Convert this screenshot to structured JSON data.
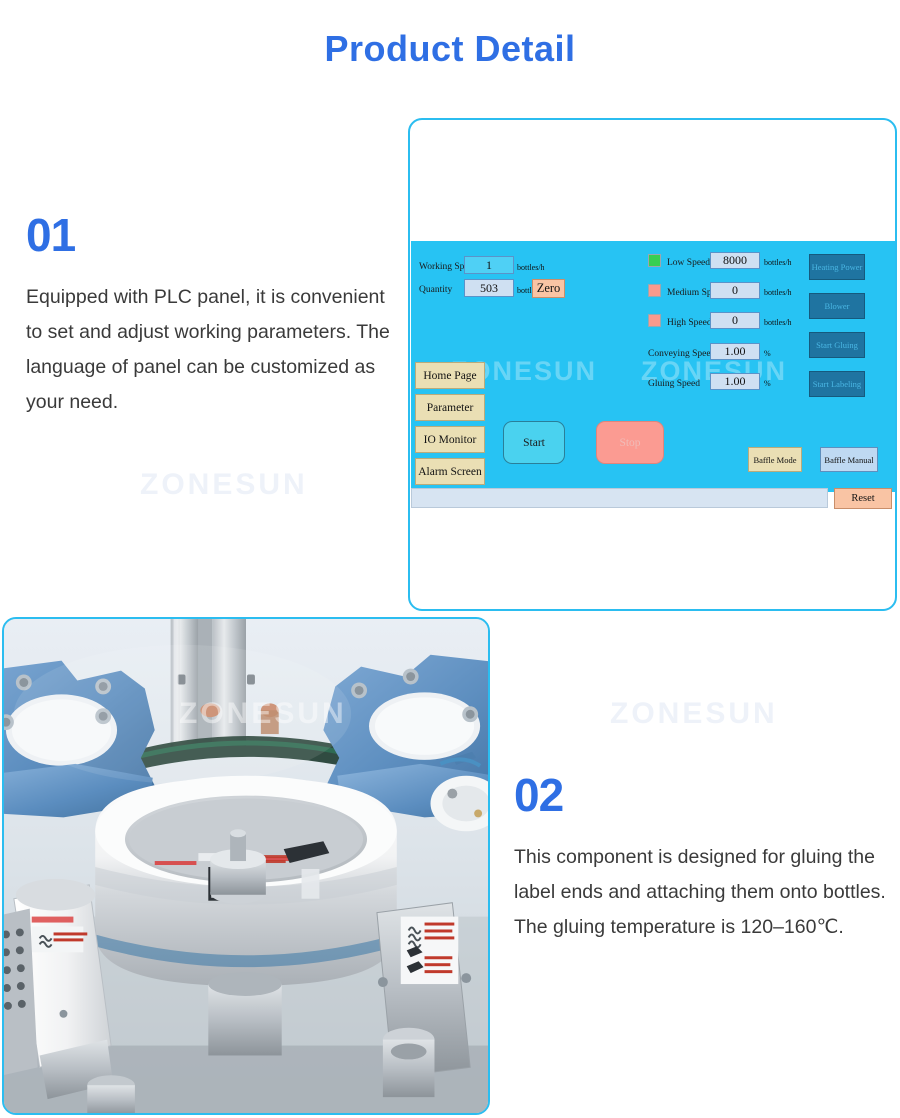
{
  "header": {
    "title": "Product Detail"
  },
  "watermark": {
    "text": "ZONESUN"
  },
  "features": [
    {
      "number": "01",
      "text": "Equipped with PLC panel, it is convenient to set and adjust working parameters. The language of panel can be customized as your need."
    },
    {
      "number": "02",
      "text": "This component is designed for gluing the label ends and attaching them onto bottles. The gluing temperature is 120–160℃."
    }
  ],
  "plc": {
    "left_fields": [
      {
        "label": "Working Speed",
        "value": "1",
        "unit": "bottles/h"
      },
      {
        "label": "Quantity",
        "value": "503",
        "unit": "bottles"
      }
    ],
    "zero_button": "Zero",
    "speed_rows": [
      {
        "indicator": "green",
        "label": "Low Speed",
        "value": "8000",
        "unit": "bottles/h"
      },
      {
        "indicator": "pink",
        "label": "Medium Speed",
        "value": "0",
        "unit": "bottles/h"
      },
      {
        "indicator": "pink",
        "label": "High Speed",
        "value": "0",
        "unit": "bottles/h"
      }
    ],
    "percent_rows": [
      {
        "label": "Conveying Speed",
        "value": "1.00",
        "unit": "%"
      },
      {
        "label": "Gluing Speed",
        "value": "1.00",
        "unit": "%"
      }
    ],
    "menu": [
      {
        "label": "Home Page"
      },
      {
        "label": "Parameter"
      },
      {
        "label": "IO Monitor"
      },
      {
        "label": "Alarm Screen"
      }
    ],
    "action_buttons": {
      "start": "Start",
      "stop": "Stop"
    },
    "function_buttons": [
      {
        "label": "Heating Power"
      },
      {
        "label": "Blower"
      },
      {
        "label": "Start Gluing"
      },
      {
        "label": "Start Labeling"
      }
    ],
    "baffle_mode": "Baffle Mode",
    "baffle_manual": "Baffle Manual",
    "reset": "Reset",
    "status_bar_text": ""
  },
  "colors": {
    "accent_blue": "#2f6fe4",
    "screen_cyan": "#27c3f3",
    "frame_border": "#2bbdf0",
    "indicator_green": "#37cf52",
    "indicator_pink": "#fa9a8d",
    "button_dark": "#1f74a1",
    "button_tan": "#eadfb4",
    "button_orange": "#f9c4a4"
  }
}
